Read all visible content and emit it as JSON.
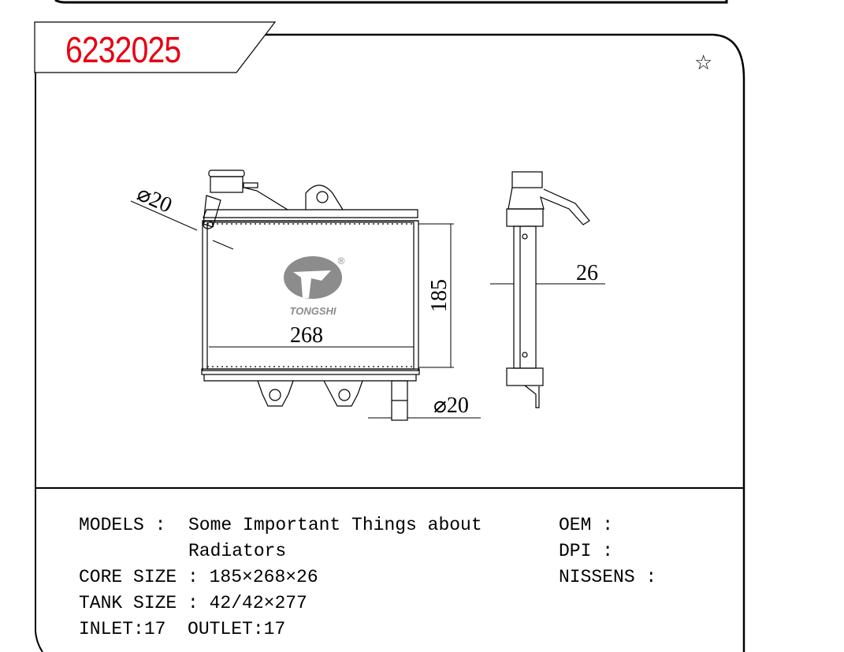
{
  "header": {
    "part_number": "6232025",
    "favorite_icon": "star-outline-icon"
  },
  "drawing": {
    "inlet_diameter": "⌀20",
    "outlet_diameter": "⌀20",
    "core_width": "268",
    "core_height": "185",
    "core_thickness": "26",
    "logo_text": "TONGSHI",
    "logo_registered": "®"
  },
  "specs": {
    "models_label": "MODELS :",
    "models_value_1": "Some Important Things about",
    "models_value_2": "Radiators",
    "core_size": "CORE SIZE : 185×268×26",
    "tank_size": "TANK SIZE : 42/42×277",
    "inlet_outlet": "INLET:17  OUTLET:17",
    "oem": "OEM :",
    "dpi": "DPI :",
    "nissens": "NISSENS :"
  },
  "colors": {
    "accent": "#e60012",
    "logo": "#8c8c8c"
  }
}
